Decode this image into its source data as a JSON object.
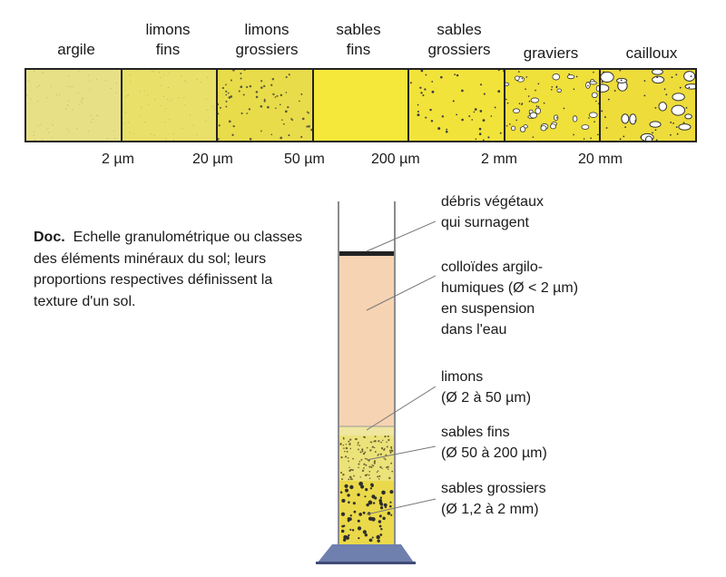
{
  "scale": {
    "classes": [
      {
        "label": "argile"
      },
      {
        "label": "limons\nfins"
      },
      {
        "label": "limons\ngrossiers"
      },
      {
        "label": "sables\nfins"
      },
      {
        "label": "sables\ngrossiers"
      },
      {
        "label": "graviers"
      },
      {
        "label": "cailloux"
      }
    ],
    "boundaries": [
      "2 µm",
      "20 µm",
      "50 µm",
      "200 µm",
      "2 mm",
      "20 mm"
    ],
    "colors": {
      "argile": "#e8e087",
      "limons_fins": "#e9e06a",
      "limons_grossiers": "#e8dc4a",
      "sables_fins": "#f5e83a",
      "sables_grossiers": "#f2e33a",
      "graviers": "#efe03a",
      "cailloux": "#eddc3a"
    }
  },
  "doc": {
    "prefix": "Doc.",
    "text": "Echelle granulométrique ou classes des éléments minéraux du sol; leurs proportions respectives définissent la texture d'un sol."
  },
  "column": {
    "layers": [
      {
        "label": "débris végétaux\nqui surnagent"
      },
      {
        "label": "colloïdes argilo-\nhumiques (Ø < 2 µm)\nen suspension\ndans l'eau"
      },
      {
        "label": "limons\n(Ø 2 à 50 µm)"
      },
      {
        "label": "sables fins\n(Ø 50 à 200 µm)"
      },
      {
        "label": "sables grossiers\n(Ø 1,2 à 2 mm)"
      }
    ],
    "colors": {
      "water": "#f6d3b3",
      "debris": "#222222",
      "limons": "#efe6a0",
      "sables_fins": "#ece27a",
      "sables_grossiers": "#ead94a",
      "base": "#6f7fae"
    }
  }
}
